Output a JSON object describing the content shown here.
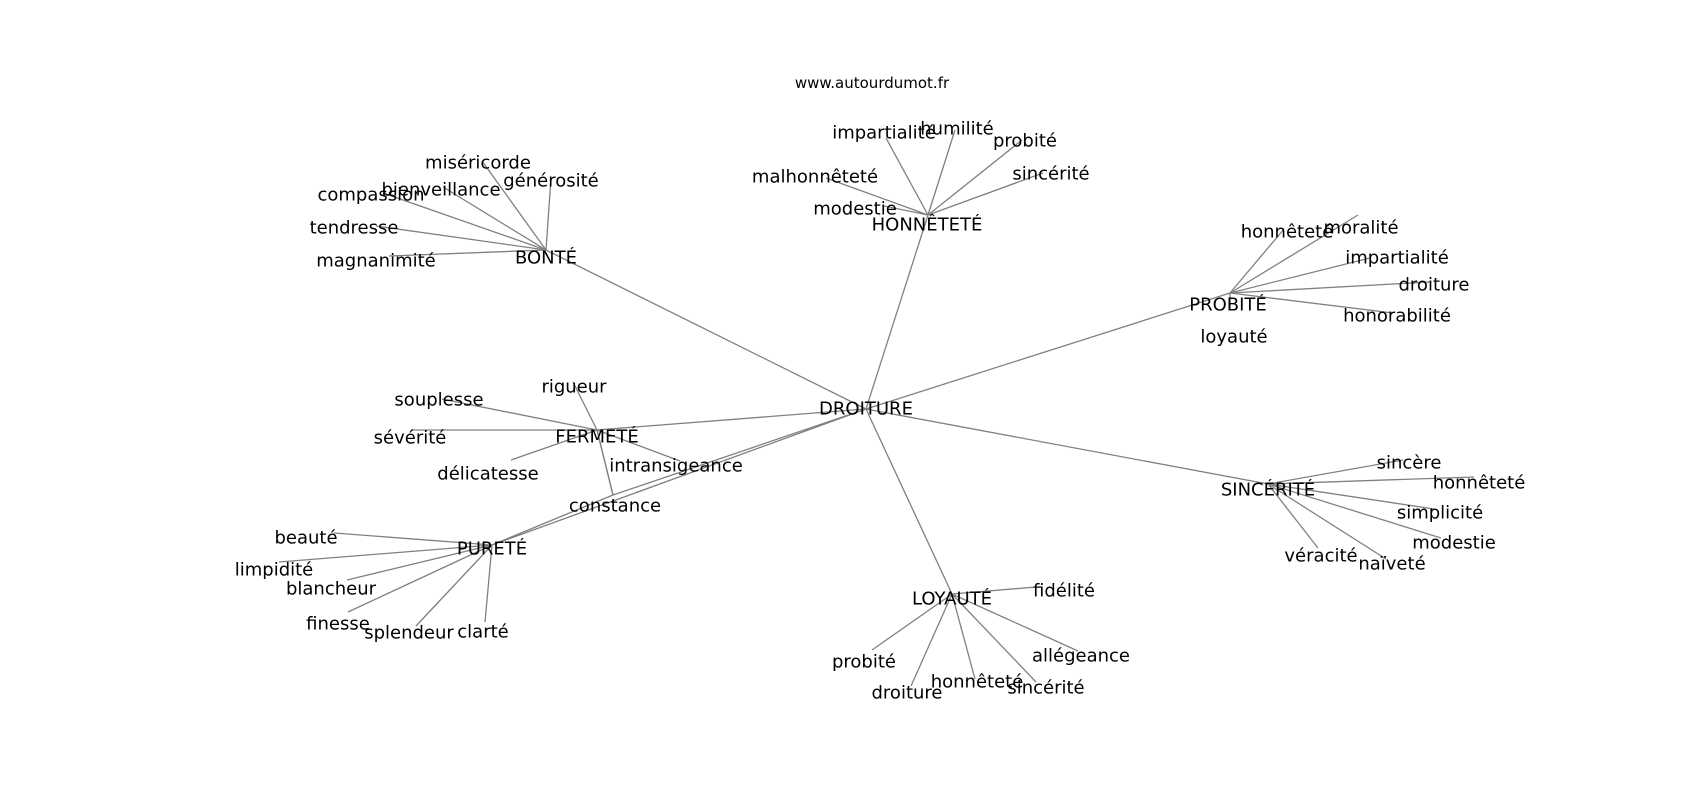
{
  "header": {
    "site": "www.autourdumot.fr"
  },
  "center": "DROITURE",
  "clusters": [
    {
      "label": "HONNÊTETÉ",
      "leaves": [
        "impartialité",
        "humilité",
        "probité",
        "malhonnêteté",
        "sincérité",
        "modestie"
      ]
    },
    {
      "label": "BONTÉ",
      "leaves": [
        "miséricorde",
        "générosité",
        "bienveillance",
        "compassion",
        "tendresse",
        "magnanimité"
      ]
    },
    {
      "label": "PROBITÉ",
      "leaves": [
        "honnêteté",
        "moralité",
        "impartialité",
        "droiture",
        "honorabilité",
        "loyauté"
      ]
    },
    {
      "label": "FERMETÉ",
      "leaves": [
        "rigueur",
        "souplesse",
        "sévérité",
        "délicatesse",
        "intransigeance",
        "constance"
      ]
    },
    {
      "label": "SINCÉRITÉ",
      "leaves": [
        "sincère",
        "honnêteté",
        "simplicité",
        "modestie",
        "véracité",
        "naïveté"
      ]
    },
    {
      "label": "PURETÉ",
      "leaves": [
        "beauté",
        "limpidité",
        "blancheur",
        "finesse",
        "splendeur",
        "clarté"
      ]
    },
    {
      "label": "LOYAUTÉ",
      "leaves": [
        "fidélité",
        "allégeance",
        "probité",
        "droiture",
        "honnêteté",
        "sincérité"
      ]
    }
  ],
  "cross_links": [
    {
      "from": "FERMETÉ",
      "to": "constance"
    },
    {
      "from": "PURETÉ",
      "to": "constance"
    },
    {
      "from": "DROITURE",
      "to": "constance"
    }
  ]
}
